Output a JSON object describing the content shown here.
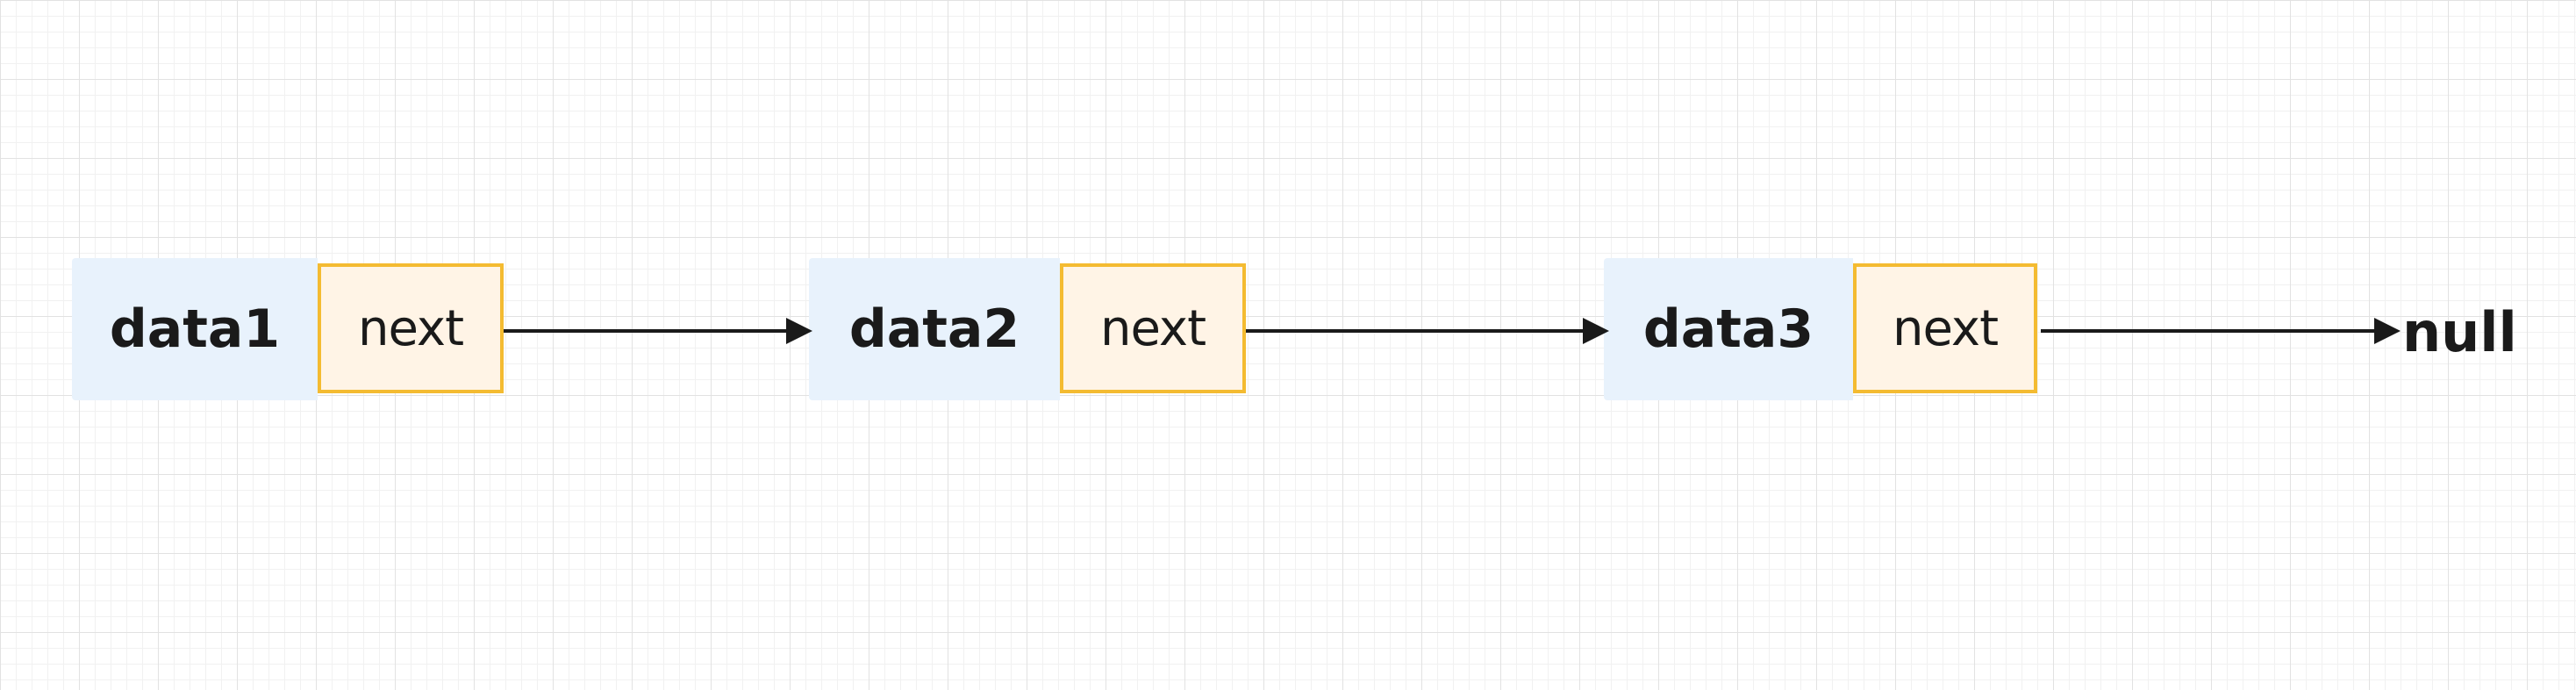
{
  "diagram": {
    "nodes": [
      {
        "data_label": "data1",
        "pointer_label": "next"
      },
      {
        "data_label": "data2",
        "pointer_label": "next"
      },
      {
        "data_label": "data3",
        "pointer_label": "next"
      }
    ],
    "terminal_label": "null"
  },
  "colors": {
    "data_fill": "#e8f2fc",
    "pointer_fill": "#fff4e6",
    "pointer_border": "#f4bb31",
    "arrow": "#1a1a1a",
    "grid": "#e2e2e2"
  }
}
